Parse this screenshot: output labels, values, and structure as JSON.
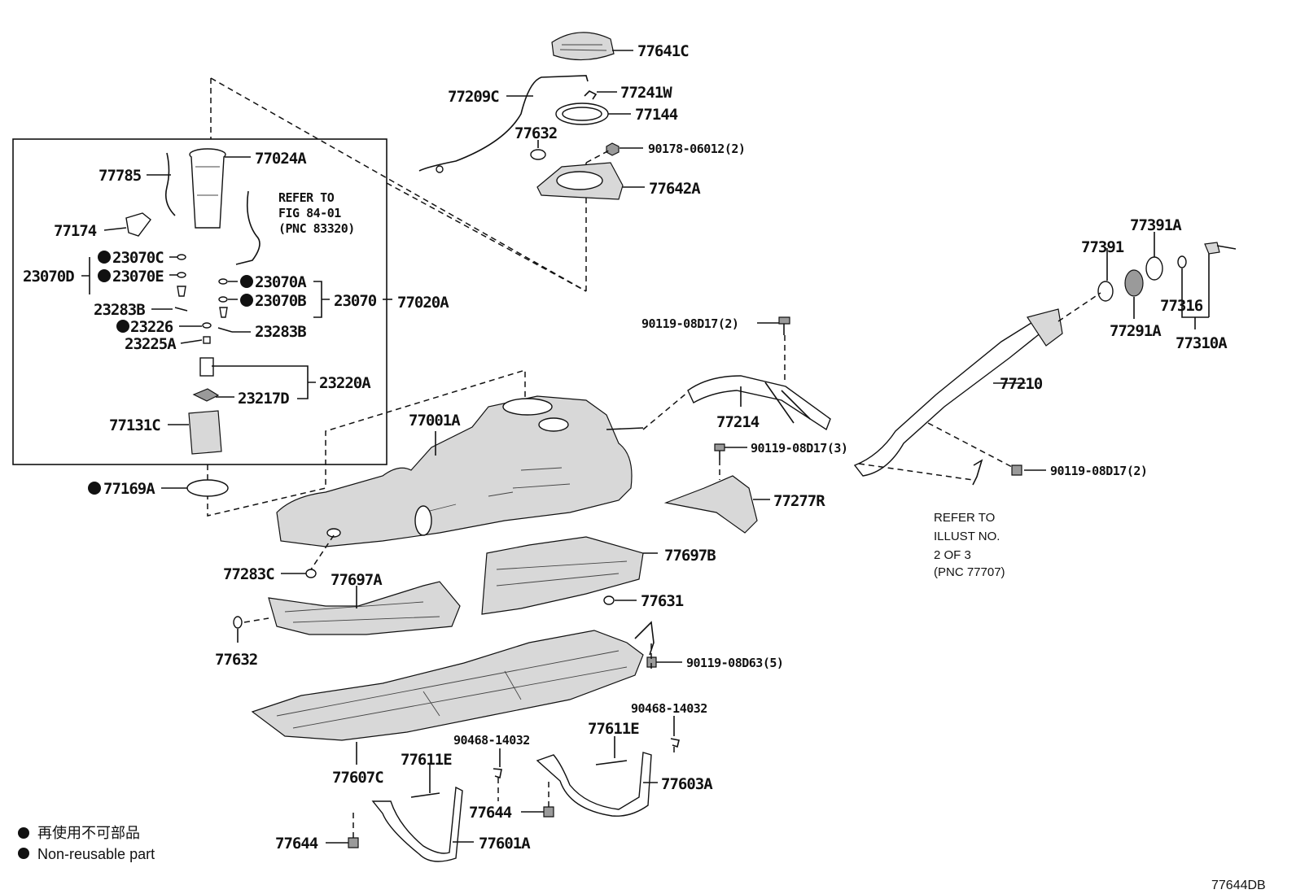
{
  "labels": {
    "p77641C": "77641C",
    "p77209C": "77209C",
    "p77241W": "77241W",
    "p77144": "77144",
    "p77632_top": "77632",
    "p90178": "90178-06012(2)",
    "p77642A": "77642A",
    "p77024A": "77024A",
    "p77785": "77785",
    "p77174": "77174",
    "p23070C": "23070C",
    "p23070D": "23070D",
    "p23070E": "23070E",
    "p23070A": "23070A",
    "p23070B": "23070B",
    "p23070": "23070",
    "p77020A": "77020A",
    "p23283B_l": "23283B",
    "p23226": "23226",
    "p23283B_r": "23283B",
    "p23225A": "23225A",
    "p23220A": "23220A",
    "p23217D": "23217D",
    "p77131C": "77131C",
    "p77169A": "77169A",
    "p77001A": "77001A",
    "p90119_2a": "90119-08D17(2)",
    "p77214": "77214",
    "p90119_3": "90119-08D17(3)",
    "p77277R": "77277R",
    "p77391": "77391",
    "p77391A": "77391A",
    "p77316": "77316",
    "p77291A": "77291A",
    "p77310A": "77310A",
    "p77210": "77210",
    "p90119_2b": "90119-08D17(2)",
    "p77283C": "77283C",
    "p77697A": "77697A",
    "p77697B": "77697B",
    "p77631": "77631",
    "p77632_bot": "77632",
    "p90119_5": "90119-08D63(5)",
    "p90468_r": "90468-14032",
    "p77611E_r": "77611E",
    "p77603A": "77603A",
    "p90468_l": "90468-14032",
    "p77611E_l": "77611E",
    "p77607C": "77607C",
    "p77644_c": "77644",
    "p77644_l": "77644",
    "p77601A": "77601A"
  },
  "refer_fig": {
    "line1": "REFER TO",
    "line2": "FIG 84-01",
    "line3": "(PNC 83320)"
  },
  "refer_illust": {
    "line1": "REFER TO",
    "line2": "ILLUST NO.",
    "line3": "2 OF 3",
    "line4": "(PNC 77707)"
  },
  "legend": {
    "line_jp": "再使用不可部品",
    "line_en": "Non-reusable part"
  },
  "diagram_code": "77644DB"
}
